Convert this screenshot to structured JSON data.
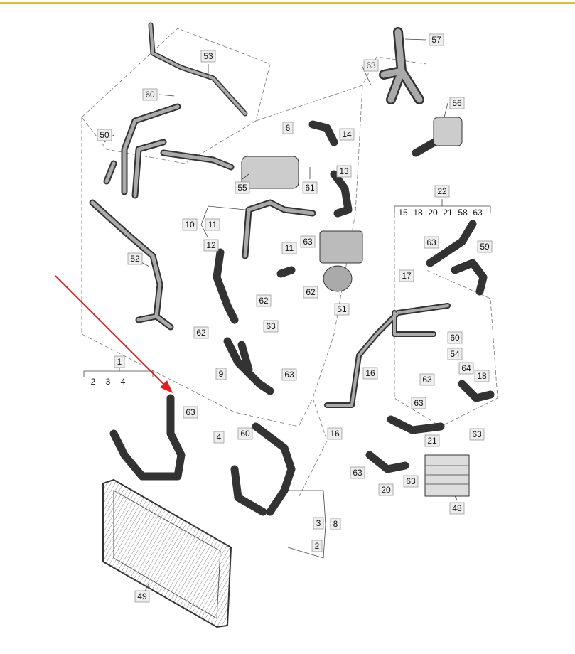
{
  "diagram": {
    "title": "Coolant hoses and pipes exploded parts diagram",
    "callouts": [
      "57",
      "63",
      "53",
      "60",
      "56",
      "6",
      "14",
      "50",
      "13",
      "55",
      "61",
      "22",
      "10",
      "11",
      "12",
      "63",
      "11",
      "63",
      "59",
      "52",
      "62",
      "62",
      "51",
      "17",
      "63",
      "62",
      "60",
      "54",
      "64",
      "18",
      "9",
      "63",
      "16",
      "1",
      "63",
      "63",
      "63",
      "4",
      "60",
      "16",
      "21",
      "63",
      "63",
      "20",
      "63",
      "48",
      "3",
      "8",
      "2",
      "49"
    ],
    "group_22_items": [
      "15",
      "18",
      "20",
      "21",
      "58",
      "63"
    ],
    "group_1_items": [
      "2",
      "3",
      "4"
    ],
    "colors": {
      "accent_line": "#e3c12a",
      "arrow": "#e02020",
      "hose": "#333333"
    }
  }
}
